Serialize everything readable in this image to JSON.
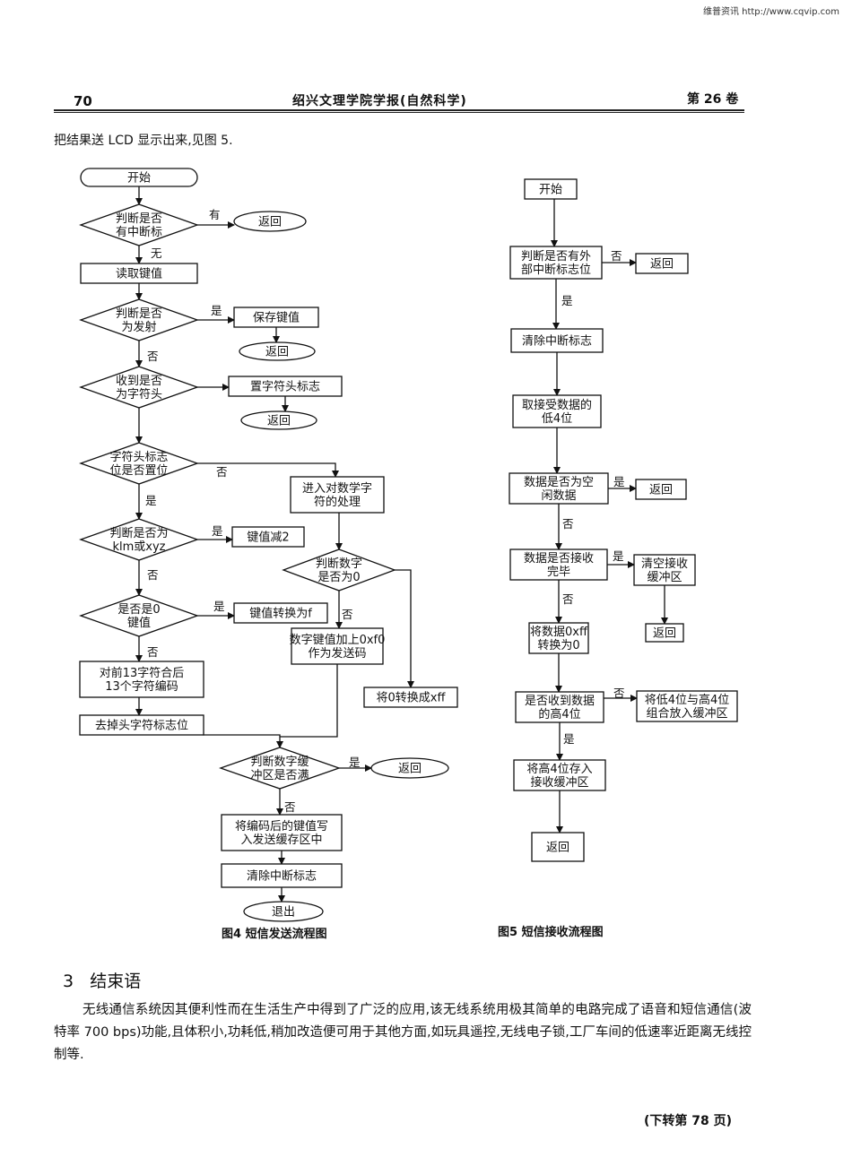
{
  "header": {
    "watermark": "维普资讯 http://www.cqvip.com",
    "page_number": "70",
    "journal": "绍兴文理学院学报(自然科学)",
    "volume": "第 26 卷"
  },
  "intro_text": "把结果送 LCD 显示出来,见图 5.",
  "fig4": {
    "caption": "图4   短信发送流程图",
    "nodes": [
      {
        "id": "start",
        "label": [
          "开始"
        ]
      },
      {
        "id": "d1",
        "label": [
          "判断是否",
          "有中断标"
        ]
      },
      {
        "id": "r1",
        "label": [
          "返回"
        ]
      },
      {
        "id": "read",
        "label": [
          "读取键值"
        ]
      },
      {
        "id": "d2",
        "label": [
          "判断是否",
          "为发射"
        ]
      },
      {
        "id": "save",
        "label": [
          "保存键值"
        ]
      },
      {
        "id": "r2",
        "label": [
          "返回"
        ]
      },
      {
        "id": "d3",
        "label": [
          "收到是否",
          "为字符头"
        ]
      },
      {
        "id": "setflag",
        "label": [
          "置字符头标志"
        ]
      },
      {
        "id": "r3",
        "label": [
          "返回"
        ]
      },
      {
        "id": "d4",
        "label": [
          "字符头标志",
          "位是否置位"
        ]
      },
      {
        "id": "digit",
        "label": [
          "进入对数学字",
          "符的处理"
        ]
      },
      {
        "id": "d5",
        "label": [
          "判断是否为",
          "klm或xyz"
        ]
      },
      {
        "id": "minus2",
        "label": [
          "键值减2"
        ]
      },
      {
        "id": "d6",
        "label": [
          "判断数字",
          "是否为0"
        ]
      },
      {
        "id": "d7",
        "label": [
          "是否是0",
          "键值"
        ]
      },
      {
        "id": "tof",
        "label": [
          "键值转换为f"
        ]
      },
      {
        "id": "addf0",
        "label": [
          "数字键值加上0xf0",
          "作为发送码"
        ]
      },
      {
        "id": "to_xff",
        "label": [
          "将0转换成xff"
        ]
      },
      {
        "id": "encode",
        "label": [
          "对前13字符合后",
          "13个字符编码"
        ]
      },
      {
        "id": "clrhead",
        "label": [
          "去掉头字符标志位"
        ]
      },
      {
        "id": "d8",
        "label": [
          "判断数字缓",
          "冲区是否满"
        ]
      },
      {
        "id": "r4",
        "label": [
          "返回"
        ]
      },
      {
        "id": "write",
        "label": [
          "将编码后的键值写",
          "入发送缓存区中"
        ]
      },
      {
        "id": "clrint",
        "label": [
          "清除中断标志"
        ]
      },
      {
        "id": "exit",
        "label": [
          "退出"
        ]
      }
    ],
    "edge_labels": {
      "you": "有",
      "wu": "无",
      "shi": "是",
      "fou": "否"
    }
  },
  "fig5": {
    "caption": "图5   短信接收流程图",
    "nodes": [
      {
        "id": "start",
        "label": [
          "开始"
        ]
      },
      {
        "id": "d1",
        "label": [
          "判断是否有外",
          "部中断标志位"
        ]
      },
      {
        "id": "r1",
        "label": [
          "返回"
        ]
      },
      {
        "id": "clr",
        "label": [
          "清除中断标志"
        ]
      },
      {
        "id": "low4",
        "label": [
          "取接受数据的",
          "低4位"
        ]
      },
      {
        "id": "d2",
        "label": [
          "数据是否为空",
          "闲数据"
        ]
      },
      {
        "id": "r2",
        "label": [
          "返回"
        ]
      },
      {
        "id": "d3",
        "label": [
          "数据是否接收",
          "完毕"
        ]
      },
      {
        "id": "clrbuf",
        "label": [
          "清空接收",
          "缓冲区"
        ]
      },
      {
        "id": "r3",
        "label": [
          "返回"
        ]
      },
      {
        "id": "conv",
        "label": [
          "将数据0xff",
          "转换为0"
        ]
      },
      {
        "id": "d4",
        "label": [
          "是否收到数据",
          "的高4位"
        ]
      },
      {
        "id": "combine",
        "label": [
          "将低4位与高4位",
          "组合放入缓冲区"
        ]
      },
      {
        "id": "store",
        "label": [
          "将高4位存入",
          "接收缓冲区"
        ]
      },
      {
        "id": "r4",
        "label": [
          "返回"
        ]
      }
    ],
    "edge_labels": {
      "shi": "是",
      "fou": "否"
    }
  },
  "section": {
    "number": "3",
    "title": "结束语"
  },
  "conclusion": "无线通信系统因其便利性而在生活生产中得到了广泛的应用,该无线系统用极其简单的电路完成了语音和短信通信(波特率 700 bps)功能,且体积小,功耗低,稍加改造便可用于其他方面,如玩具遥控,无线电子锁,工厂车间的低速率近距离无线控制等.",
  "continuation": "(下转第 78 页)"
}
